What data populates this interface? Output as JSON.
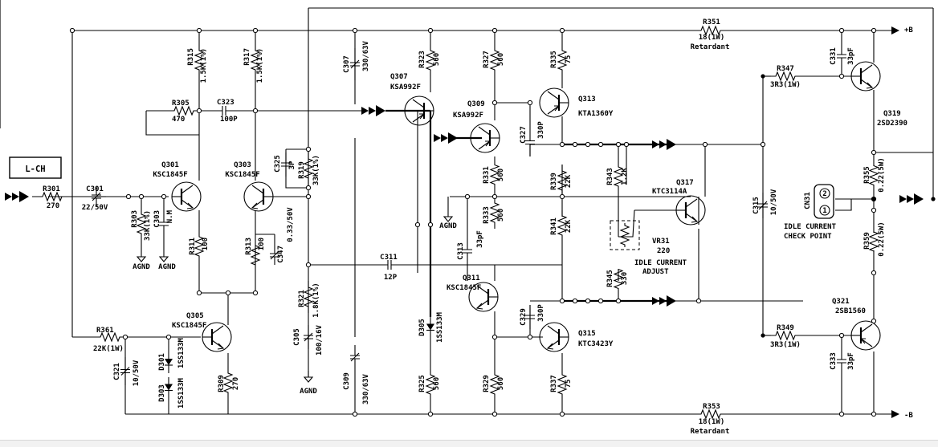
{
  "channel_label": "L-CH",
  "rails": {
    "positive": "+B",
    "negative": "-B"
  },
  "components": [
    {
      "id": "R301",
      "ref": "R301",
      "value": "270"
    },
    {
      "id": "C301",
      "ref": "C301",
      "value": "22/50V"
    },
    {
      "id": "R303",
      "ref": "R303",
      "value": "33K(1%)"
    },
    {
      "id": "C303",
      "ref": "C303",
      "value": "N.M"
    },
    {
      "id": "Q301",
      "ref": "Q301",
      "value": "KSC1845F"
    },
    {
      "id": "R311",
      "ref": "R311",
      "value": "100"
    },
    {
      "id": "Q303",
      "ref": "Q303",
      "value": "KSC1845F"
    },
    {
      "id": "R313",
      "ref": "R313",
      "value": "100"
    },
    {
      "id": "C347",
      "ref": "C347",
      "value": "0.33/50V"
    },
    {
      "id": "R315",
      "ref": "R315",
      "value": "1.5K(1%)"
    },
    {
      "id": "R317",
      "ref": "R317",
      "value": "1.5K(1%)"
    },
    {
      "id": "R305",
      "ref": "R305",
      "value": "470"
    },
    {
      "id": "C323",
      "ref": "C323",
      "value": "100P"
    },
    {
      "id": "C325",
      "ref": "C325",
      "value": "3P"
    },
    {
      "id": "R319",
      "ref": "R319",
      "value": "33K(1%)"
    },
    {
      "id": "C307",
      "ref": "C307",
      "value": "330/63V"
    },
    {
      "id": "C309",
      "ref": "C309",
      "value": "330/63V"
    },
    {
      "id": "R321",
      "ref": "R321",
      "value": "1.8K(1%)"
    },
    {
      "id": "C305",
      "ref": "C305",
      "value": "100/16V"
    },
    {
      "id": "C311",
      "ref": "C311",
      "value": "12P"
    },
    {
      "id": "Q305",
      "ref": "Q305",
      "value": "KSC1845F"
    },
    {
      "id": "R361",
      "ref": "R361",
      "value": "22K(1W)"
    },
    {
      "id": "D301",
      "ref": "D301",
      "value": "1SS133M"
    },
    {
      "id": "D303",
      "ref": "D303",
      "value": "1SS133M"
    },
    {
      "id": "C321",
      "ref": "C321",
      "value": "10/50V"
    },
    {
      "id": "R309",
      "ref": "R309",
      "value": "270"
    },
    {
      "id": "R323",
      "ref": "R323",
      "value": "560"
    },
    {
      "id": "Q307",
      "ref": "Q307",
      "value": "KSA992F"
    },
    {
      "id": "R325",
      "ref": "R325",
      "value": "560"
    },
    {
      "id": "D305",
      "ref": "D305",
      "value": "1SS133M"
    },
    {
      "id": "R327",
      "ref": "R327",
      "value": "560"
    },
    {
      "id": "Q309",
      "ref": "Q309",
      "value": "KSA992F"
    },
    {
      "id": "R331",
      "ref": "R331",
      "value": "560"
    },
    {
      "id": "R333",
      "ref": "R333",
      "value": "560"
    },
    {
      "id": "C313",
      "ref": "C313",
      "value": "33pF"
    },
    {
      "id": "Q311",
      "ref": "Q311",
      "value": "KSC1845F"
    },
    {
      "id": "R329",
      "ref": "R329",
      "value": "560"
    },
    {
      "id": "R335",
      "ref": "R335",
      "value": "75"
    },
    {
      "id": "Q313",
      "ref": "Q313",
      "value": "KTA1360Y"
    },
    {
      "id": "C327",
      "ref": "C327",
      "value": "330P"
    },
    {
      "id": "R339",
      "ref": "R339",
      "value": "22K"
    },
    {
      "id": "R341",
      "ref": "R341",
      "value": "22K"
    },
    {
      "id": "C329",
      "ref": "C329",
      "value": "330P"
    },
    {
      "id": "Q315",
      "ref": "Q315",
      "value": "KTC3423Y"
    },
    {
      "id": "R337",
      "ref": "R337",
      "value": "75"
    },
    {
      "id": "R343",
      "ref": "R343",
      "value": "1.2K"
    },
    {
      "id": "VR31",
      "ref": "VR31",
      "value": "220"
    },
    {
      "id": "R345",
      "ref": "R345",
      "value": "330"
    },
    {
      "id": "Q317",
      "ref": "Q317",
      "value": "KTC3114A"
    },
    {
      "id": "R351",
      "ref": "R351",
      "value": "18(1W)"
    },
    {
      "id": "R353",
      "ref": "R353",
      "value": "18(1W)"
    },
    {
      "id": "C315",
      "ref": "C315",
      "value": "10/50V"
    },
    {
      "id": "R347",
      "ref": "R347",
      "value": "3R3(1W)"
    },
    {
      "id": "R349",
      "ref": "R349",
      "value": "3R3(1W)"
    },
    {
      "id": "C331",
      "ref": "C331",
      "value": "33pF"
    },
    {
      "id": "C333",
      "ref": "C333",
      "value": "33pF"
    },
    {
      "id": "Q319",
      "ref": "Q319",
      "value": "2SD2390"
    },
    {
      "id": "Q321",
      "ref": "Q321",
      "value": "2SB1560"
    },
    {
      "id": "R355",
      "ref": "R355",
      "value": "0.22(5W)"
    },
    {
      "id": "R359",
      "ref": "R359",
      "value": "0.22(5W)"
    },
    {
      "id": "CN31",
      "ref": "CN31",
      "value": ""
    }
  ],
  "annotations": {
    "retardant": "Retardant",
    "agnd": "AGND",
    "idle_adjust_line1": "IDLE CURRENT",
    "idle_adjust_line2": "ADJUST",
    "idle_check_line1": "IDLE CURRENT",
    "idle_check_line2": "CHECK POINT",
    "pin1": "1",
    "pin2": "2"
  }
}
